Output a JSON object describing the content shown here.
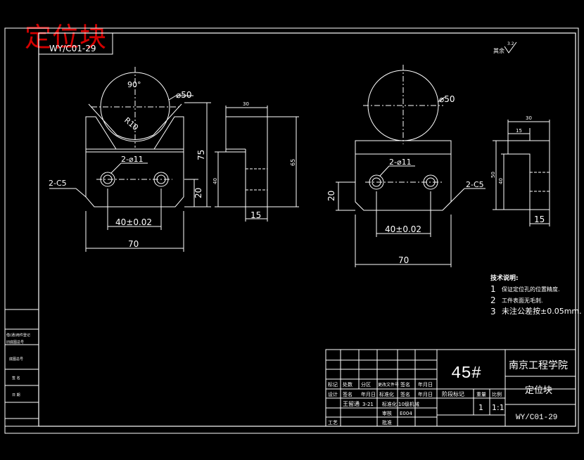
{
  "stamp_title": "定位块",
  "drawing_code_top": "WY/C01-29",
  "roughness_label": "其余",
  "roughness_value": "3.2",
  "view_left": {
    "angle": "90°",
    "dia": "⌀50",
    "radius": "R10",
    "holes": "2-⌀11",
    "chamfer": "2-C5",
    "height_75": "75",
    "height_20": "20",
    "spacing": "40±0.02",
    "width": "70"
  },
  "side_left": {
    "width_30": "30",
    "height_65": "65",
    "height_40": "40",
    "bottom_15": "15"
  },
  "view_right": {
    "dia": "⌀50",
    "holes": "2-⌀11",
    "chamfer": "2-C5",
    "height_20": "20",
    "spacing": "40±0.02",
    "width": "70"
  },
  "side_right": {
    "width_30": "30",
    "width_15_top": "15",
    "height_50": "50",
    "height_40": "40",
    "bottom_15": "15"
  },
  "notes": {
    "heading": "技术说明:",
    "items": [
      {
        "num": "1",
        "text": "保证定位孔的位置精度."
      },
      {
        "num": "2",
        "text": "工件表面无毛刺."
      },
      {
        "num": "3",
        "text": "未注公差按±0.05mm."
      }
    ]
  },
  "title_block": {
    "material": "45#",
    "school": "南京工程学院",
    "part_name": "定位块",
    "drawing_code": "WY/C01-29",
    "stage_label": "阶段标记",
    "weight_label": "重量",
    "scale_label": "比例",
    "qty": "1",
    "scale": "1:1",
    "row_headers": [
      "标记",
      "处数",
      "分区",
      "更改文件号",
      "签名",
      "年月日"
    ],
    "designer_label": "设计",
    "designer_name": "王留通",
    "designer_date": "3-21",
    "std_label": "标准化",
    "std_date": "10级机械",
    "review_label": "审核",
    "review_value": "E004",
    "process_label": "工艺",
    "approve_label": "批准",
    "sign_label": "签名",
    "date_label": "年月日"
  },
  "left_margin": [
    "借(通)用件登记",
    "旧底图总号",
    "底图总号",
    "签 名",
    "日 期"
  ]
}
